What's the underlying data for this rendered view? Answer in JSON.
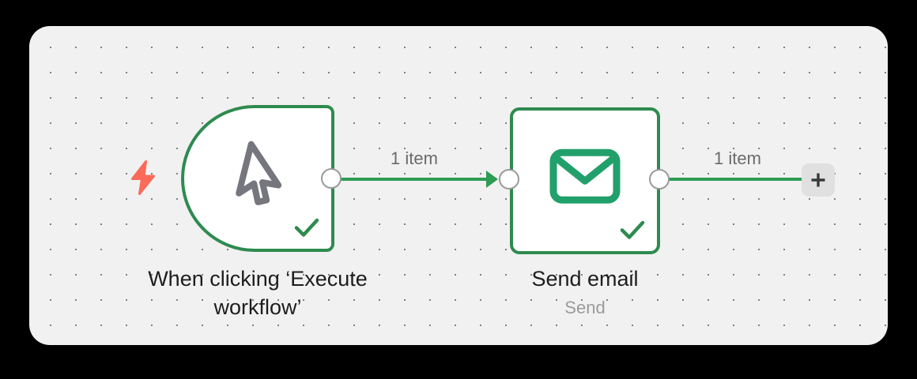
{
  "canvas": {
    "background_color": "#f1f1f1",
    "grid": "dot-grid",
    "page_background_color": "#000000"
  },
  "theme": {
    "node_border_green": "#2e8b4f",
    "connector_green": "#2e9c54",
    "icon_green": "#22a06b",
    "trigger_bolt_color": "#fa6a59",
    "endpoint_border": "#9a9a9a",
    "label_gray": "#6b6b6b",
    "title_color": "#1d1d1d",
    "subtitle_color": "#9b9b9b",
    "add_button_bg": "#e0e0e0"
  },
  "nodes": [
    {
      "id": "trigger",
      "title": "When clicking ‘Execute\nworkflow’",
      "subtitle": "",
      "icon": "mouse-pointer-icon",
      "shape": "trigger-d-shape",
      "status": "success",
      "status_icon": "check-icon"
    },
    {
      "id": "send-email",
      "title": "Send email",
      "subtitle": "Send",
      "icon": "envelope-icon",
      "shape": "rounded-square",
      "status": "success",
      "status_icon": "check-icon"
    }
  ],
  "connections": [
    {
      "id": "trigger-to-send-email",
      "label": "1 item",
      "has_arrowhead": true
    },
    {
      "id": "send-email-to-add",
      "label": "1 item",
      "has_arrowhead": false
    }
  ],
  "add_button": {
    "label": "+",
    "name": "add-node-button"
  }
}
